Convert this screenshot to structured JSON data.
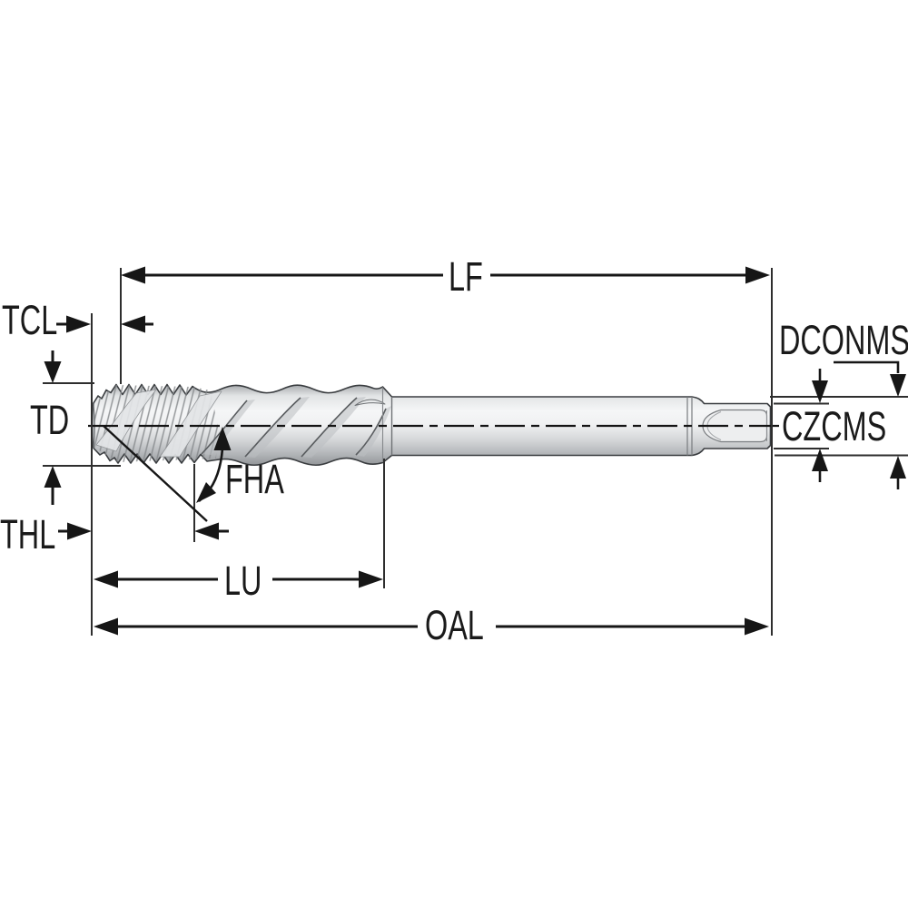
{
  "diagram": {
    "description": "Technical line drawing of a spiral-flute machine tap (side view) with dimension callouts",
    "view": "side view",
    "background": "#ffffff",
    "line_color": "#1a1a1a",
    "metal_light": "#f5f6f7",
    "metal_mid": "#d7d9db",
    "metal_dark": "#8e9194"
  },
  "labels": {
    "lf": "LF",
    "tcl": "TCL",
    "dconms": "DCONMS",
    "td": "TD",
    "czcms": "CZCMS",
    "fha": "FHA",
    "thl": "THL",
    "lu": "LU",
    "oal": "OAL"
  }
}
